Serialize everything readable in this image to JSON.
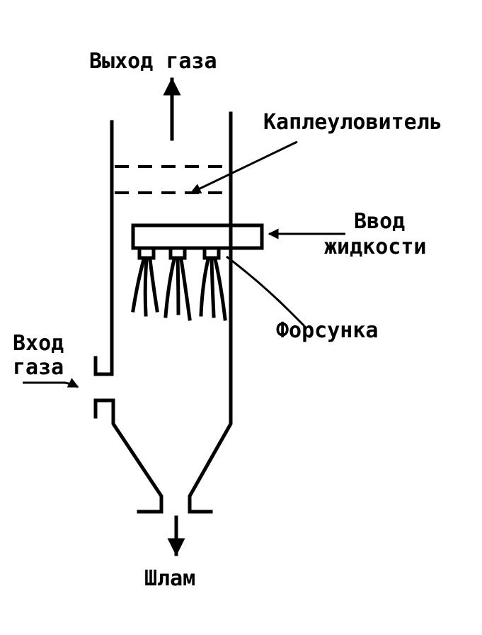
{
  "labels": {
    "gas_outlet": "Выход газа",
    "droplet_catcher": "Каплеуловитель",
    "liquid_inlet_line1": "Ввод",
    "liquid_inlet_line2": "жидкости",
    "nozzle": "Форсунка",
    "gas_inlet_line1": "Вход",
    "gas_inlet_line2": "газа",
    "sludge": "Шлам"
  },
  "colors": {
    "ink": "#000000",
    "background": "#ffffff"
  }
}
